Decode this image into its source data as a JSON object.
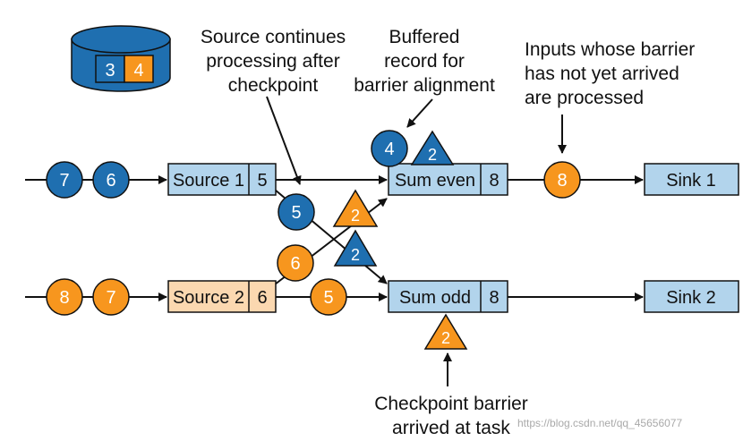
{
  "colors": {
    "blue": "#1f6fb0",
    "orange": "#f7961e",
    "operator_blue": "#b2d4ec",
    "operator_peach": "#fbd8b0",
    "stroke": "#111111"
  },
  "state_backend": {
    "values": [
      "3",
      "4"
    ]
  },
  "operators": {
    "source1": {
      "label": "Source 1",
      "state": "5"
    },
    "source2": {
      "label": "Source 2",
      "state": "6"
    },
    "sum_even": {
      "label": "Sum even",
      "state": "8"
    },
    "sum_odd": {
      "label": "Sum odd",
      "state": "8"
    },
    "sink1": {
      "label": "Sink 1"
    },
    "sink2": {
      "label": "Sink 2"
    }
  },
  "records": {
    "stream1_a": "7",
    "stream1_b": "6",
    "stream2_a": "8",
    "stream2_b": "7",
    "to_sum_odd": "5",
    "buffered": "4",
    "to_sink1": "8",
    "from_source2": "6",
    "cross_odd": "5",
    "cross_even": "6"
  },
  "barriers": {
    "sum_even_barrier": "2",
    "cross_barrier_up": "2",
    "cross_barrier_down": "2",
    "sum_odd_barrier": "2"
  },
  "annotations": {
    "source_continues": "Source continues\nprocessing after\ncheckpoint",
    "buffered_record": "Buffered\nrecord for\nbarrier alignment",
    "inputs_processed": "Inputs whose barrier\nhas not yet arrived\nare processed",
    "barrier_arrived": "Checkpoint barrier\narrived at task"
  },
  "watermark": "https://blog.csdn.net/qq_45656077"
}
